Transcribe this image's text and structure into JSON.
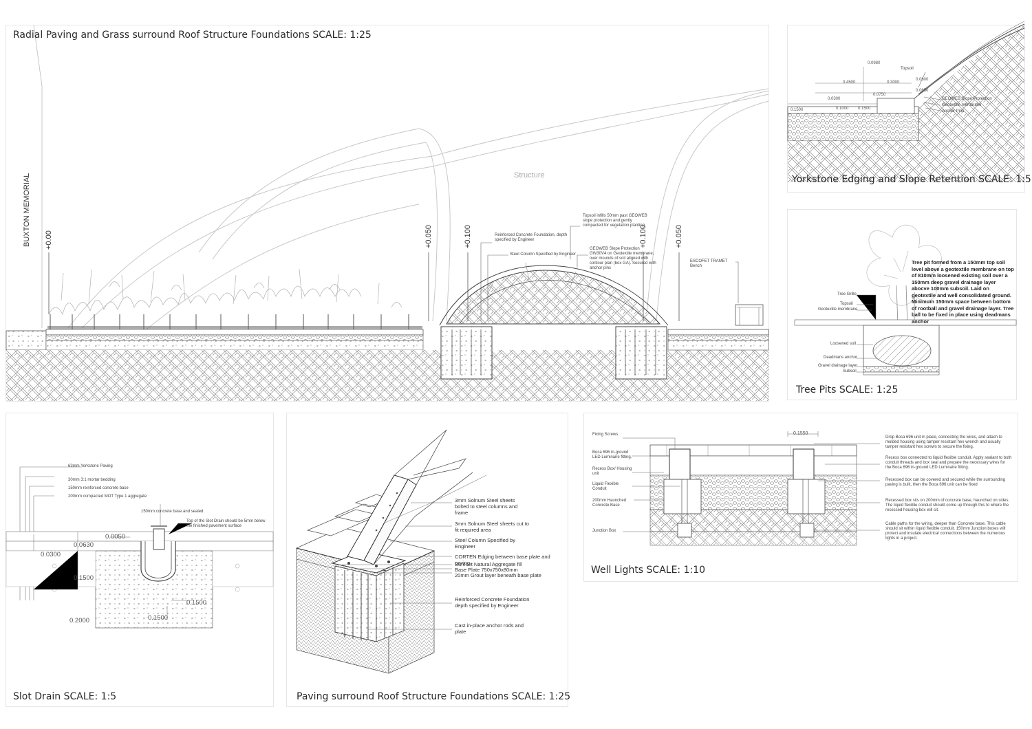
{
  "main_section": {
    "title": "Radial Paving and Grass surround Roof Structure Foundations SCALE: 1:25",
    "memorial_label": "BUXTON MEMORIAL",
    "structure_label": "Structure",
    "levels": [
      "+0.00",
      "+0.050",
      "+0.100",
      "+0.100",
      "+0.050"
    ],
    "annotations": {
      "foundation": "Reinforced Concrete Foundation, depth specified by Engineer",
      "column": "Steel Column Specified by Engineer",
      "topsoil": "Topsoil infills 50mm past GEOWEB slope protection and gently compacted for vegetation planting",
      "geoweb": "GEOWEB Slope Protection GW30V4 on Geotextile membrane, over mounds of soil aligned with contour plan (box GA). Secured with anchor pins",
      "bench": "ESCOFET TRAMET Bench"
    }
  },
  "yorkstone": {
    "title": "Yorkstone Edging and Slope Retention SCALE: 1:5",
    "labels": [
      "Topsoil",
      "GEOWEB Slope Protection",
      "Geotextile membrane",
      "Anchor Pins"
    ],
    "dims": [
      "0.0980",
      "0.4500",
      "0.3000",
      "0.0600",
      "0.0750",
      "0.0300",
      "0.1500",
      "0.1000",
      "0.1500",
      "0.0650"
    ]
  },
  "tree_pits": {
    "title": "Tree Pits SCALE: 1:25",
    "description": "Tree pit formed from a 150mm top soil level above a geotextile membrane on top of 810mm loosened existing soil over a 150mm deep gravel drainage layer abocve 100mm subsoil. Laid on geotextile and well consolidated ground. Minimum 150mm space between bottom of rootball and gravel drainage layer. Tree ball to be fixed in place using deadmans anchor",
    "labels": [
      "Tree Grille",
      "Topsoil",
      "Geotextile membrane",
      "Loosened soil",
      "Deadmans anchor",
      "Gravel drainage layer",
      "Subsoil"
    ]
  },
  "slot_drain": {
    "title": "Slot Drain SCALE: 1:5",
    "labels": [
      "63mm Yorkstone Paving",
      "30mm 3:1 mortar bedding",
      "150mm reinforced concrete base",
      "200mm compacted MOT Type 1 aggregate",
      "150mm concrete base and sealed.",
      "Top of the Slot Drain should be 5mm below the  finished pavement surface"
    ],
    "dims": [
      "0.0050",
      "0.0630",
      "0.0300",
      "0.1500",
      "0.2000",
      "0.1500",
      "0.1500"
    ]
  },
  "paving_foundation": {
    "title": "Paving surround Roof Structure Foundations SCALE: 1:25",
    "labels": [
      "3mm Solnum Steel sheets bolted to steel columns and frame",
      "3mm Solnum Steel sheets cut to fit required area",
      "Steel Column Specified by Engineer",
      "CORTEN Edging between base plate and paving",
      "Sureset Natural Aggregate fill",
      "Base Plate 750x750x80mm",
      "20mm Grout layer beneath base plate",
      "Reinforced Concrete Foundation depth specified by Engineer",
      "Cast in-place anchor rods and plate"
    ]
  },
  "well_lights": {
    "title": "Well Lights SCALE: 1:10",
    "dim": "0.1550",
    "left_labels": [
      "Fixing Screws",
      "Boca 696 in-ground LED Luminaire fitting.",
      "Recess Box/ Housing unit",
      "Liquid Flexible Conduit",
      "200mm Haunched Concrete Base",
      "Junction Box"
    ],
    "notes": [
      "Drop Boca 696 unit in place, connecting the wires, and attach to molded housing using tamper resistant hex wrench and usually tamper resistant hex screws to secure the fixing.",
      "Recess box connected to liquid flexible conduit. Apply sealant to both conduit threads and box seal and prepare the necessary wires for the Boca 696 in-ground LED Luminaire fitting.",
      "Recessed box can be covered and secured while the surrounding paving is built, then the Boca 696 unit can be fixed",
      "Recessed box sits on 200mm of concrete base, haunched on sides.  The liquid flexible conduit should come up through this to where the recessed housing box will sit.",
      "Cable paths for the wiring, deeper than Concrete base. This cable should sit within liquid flexible conduit. 150mm Junction boxes will protect and insulate electrical connections between the numerous lights in a project."
    ]
  },
  "colors": {
    "line": "#555555",
    "faint": "#bbbbbb",
    "hatch": "#9a9a9a"
  }
}
